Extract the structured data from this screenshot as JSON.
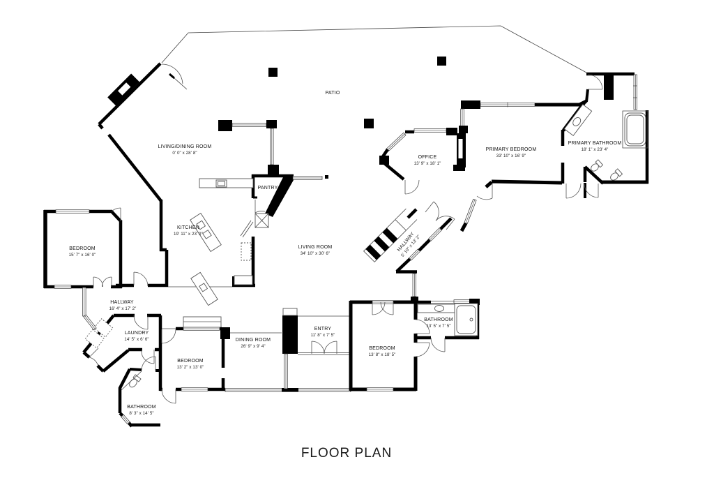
{
  "title": "FLOOR PLAN",
  "patio": {
    "label": "PATIO"
  },
  "rooms": [
    {
      "id": "living-dining",
      "name": "LIVING/DINING ROOM",
      "dims": "0' 0\" x 28' 8\""
    },
    {
      "id": "pantry",
      "name": "PANTRY",
      "dims": ""
    },
    {
      "id": "kitchen",
      "name": "KITCHEN",
      "dims": "19' 11\" x 23' 9\""
    },
    {
      "id": "office",
      "name": "OFFICE",
      "dims": "13' 9\" x 18' 1\""
    },
    {
      "id": "primary-bedroom",
      "name": "PRIMARY BEDROOM",
      "dims": "33' 10\" x 16' 9\""
    },
    {
      "id": "primary-bathroom",
      "name": "PRIMARY BATHROOM",
      "dims": "18' 1\" x 23' 4\""
    },
    {
      "id": "bedroom-1",
      "name": "BEDROOM",
      "dims": "15' 7\" x 16' 0\""
    },
    {
      "id": "living-room",
      "name": "LIVING ROOM",
      "dims": "34' 10\" x 30' 6\""
    },
    {
      "id": "hallway-1",
      "name": "HALLWAY",
      "dims": "16' 4\" x 17' 2\""
    },
    {
      "id": "laundry",
      "name": "LAUNDRY",
      "dims": "14' 5\" x 6' 6\""
    },
    {
      "id": "dining-room",
      "name": "DINING ROOM",
      "dims": "26' 9\" x 9' 4\""
    },
    {
      "id": "bedroom-2",
      "name": "BEDROOM",
      "dims": "13' 2\" x 13' 0\""
    },
    {
      "id": "bathroom-1",
      "name": "BATHROOM",
      "dims": "8' 3\" x 14' 5\""
    },
    {
      "id": "entry",
      "name": "ENTRY",
      "dims": "11' 8\" x 7' 5\""
    },
    {
      "id": "hallway-2",
      "name": "HALLWAY",
      "dims": "5' 10\" x 13' 2\""
    },
    {
      "id": "bedroom-3",
      "name": "BEDROOM",
      "dims": "13' 8\" x 18' 5\""
    },
    {
      "id": "bathroom-2",
      "name": "BATHROOM",
      "dims": "13' 5\" x 7' 5\""
    }
  ]
}
